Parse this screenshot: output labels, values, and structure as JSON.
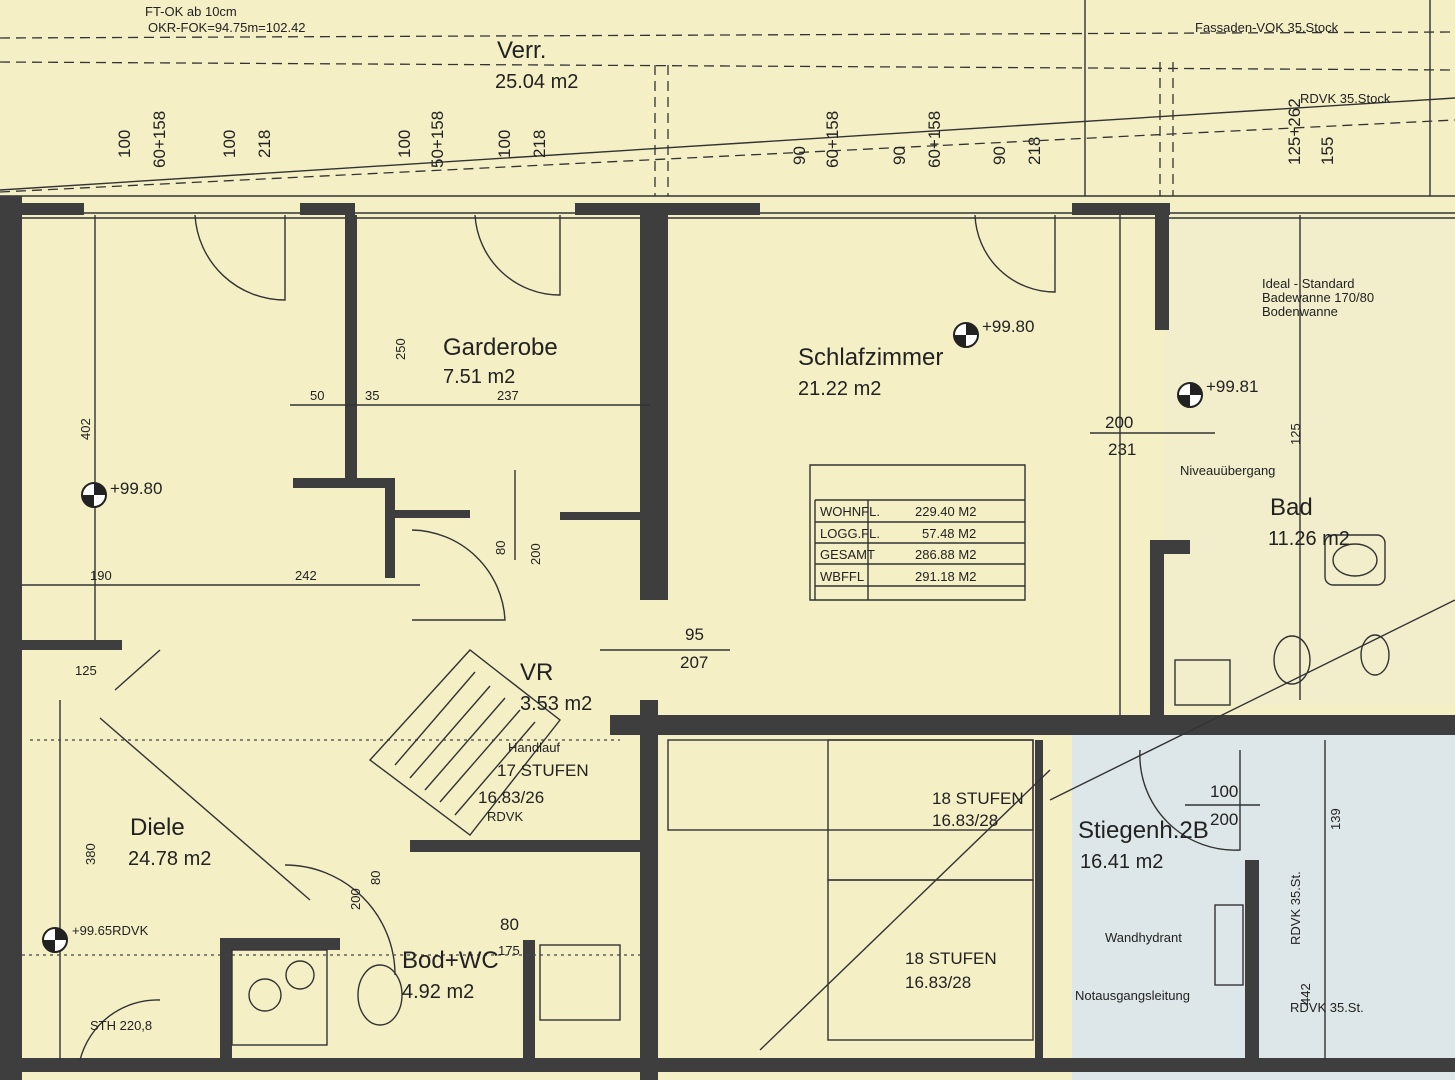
{
  "rooms": {
    "verr": {
      "name": "Verr.",
      "area": "25.04 m2"
    },
    "garderobe": {
      "name": "Garderobe",
      "area": "7.51 m2"
    },
    "schlafzimmer": {
      "name": "Schlafzimmer",
      "area": "21.22 m2"
    },
    "bad": {
      "name": "Bad",
      "area": "11.26 m2"
    },
    "vr": {
      "name": "VR",
      "area": "3.53 m2"
    },
    "diele": {
      "name": "Diele",
      "area": "24.78 m2"
    },
    "badwc": {
      "name": "Bod+WC",
      "area": "4.92 m2"
    },
    "stiegenhaus": {
      "name": "Stiegenh.2B",
      "area": "16.41 m2"
    }
  },
  "area_table": [
    {
      "label": "WOHNFL.",
      "value": "229.40 M2"
    },
    {
      "label": "LOGG.FL.",
      "value": "57.48 M2"
    },
    {
      "label": "GESAMT",
      "value": "286.88 M2"
    },
    {
      "label": "WBFFL",
      "value": "291.18 M2"
    }
  ],
  "levels": {
    "diele": "+99.80",
    "schlafzimmer": "+99.80",
    "bad": "+99.81",
    "entry": "+99.65RDVK"
  },
  "stairs": {
    "main": {
      "steps": "17 STUFEN",
      "ratio": "16.83/26",
      "handrail": "Handlauf",
      "mark": "RDVK"
    },
    "upper": {
      "steps": "18 STUFEN",
      "ratio": "16.83/28"
    },
    "lower": {
      "steps": "18 STUFEN",
      "ratio": "16.83/28"
    }
  },
  "top_dimensions": [
    "100",
    "60+158",
    "100",
    "218",
    "100",
    "50+158",
    "100",
    "218",
    "90",
    "60+158",
    "90",
    "60+158",
    "90",
    "218",
    "125+262",
    "155"
  ],
  "dimensions": {
    "d50": "50",
    "d35": "35",
    "d237": "237",
    "d250": "250",
    "d402": "402",
    "d200a": "200",
    "d231": "231",
    "d80": "80",
    "d200b": "200",
    "d95": "95",
    "d207": "207",
    "d190": "190",
    "d242": "242",
    "d80b": "80",
    "d200c": "200",
    "d80c": "80",
    "d175": "175",
    "d100": "100",
    "d200d": "200",
    "d380": "380",
    "d125": "125",
    "d442": "442",
    "d139": "139",
    "d125b": "125"
  },
  "notes": {
    "top_left": "FT-OK ab 10cm",
    "top_left2": "OKR-FOK=94.75m=102.42",
    "top_right": "Fassaden-VOK 35.Stock",
    "top_right2": "RDVK 35.Stock",
    "bad_note1": "Ideal - Standard",
    "bad_note2": "Badewanne 170/80",
    "bad_note3": "Bodenwanne",
    "niveau": "Niveauübergang",
    "wandhydrant": "Wandhydrant",
    "notbeleuchtung": "Notausgangsleitung",
    "sth": "STH 220,8",
    "rdvk_right": "RDVK 35.St.",
    "rdvk_right2": "RDVK 35.St."
  }
}
